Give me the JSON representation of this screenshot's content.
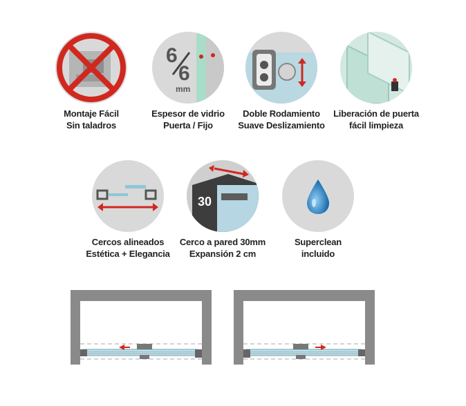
{
  "features": [
    {
      "id": "montaje",
      "lines": [
        "Montaje Fácil",
        "Sin taladros"
      ],
      "icon": "no-drill-icon"
    },
    {
      "id": "espesor",
      "lines": [
        "Espesor de vidrio",
        "Puerta / Fijo"
      ],
      "icon": "glass-thickness-icon",
      "badge_top": "6",
      "badge_bottom": "6",
      "unit": "mm"
    },
    {
      "id": "rodamiento",
      "lines": [
        "Doble Rodamiento",
        "Suave Deslizamiento"
      ],
      "icon": "double-roller-icon"
    },
    {
      "id": "liberacion",
      "lines": [
        "Liberación de puerta",
        "fácil limpieza"
      ],
      "icon": "door-release-icon"
    },
    {
      "id": "cercos",
      "lines": [
        "Cercos alineados",
        "Estética + Elegancia"
      ],
      "icon": "aligned-frames-icon"
    },
    {
      "id": "cerco-pared",
      "lines": [
        "Cerco a pared 30mm",
        "Expansión 2 cm"
      ],
      "icon": "wall-profile-icon",
      "badge": "30"
    },
    {
      "id": "superclean",
      "lines": [
        "Superclean",
        "incluido"
      ],
      "icon": "water-drop-icon"
    }
  ],
  "diagrams": [
    {
      "id": "left-opening",
      "arrow": "left"
    },
    {
      "id": "right-opening",
      "arrow": "right"
    }
  ],
  "colors": {
    "red": "#d0281f",
    "gray": "#8a8a8a",
    "circle": "#d9d9d9",
    "blue": "#2e8fd6",
    "glass": "#bfe0e8"
  }
}
